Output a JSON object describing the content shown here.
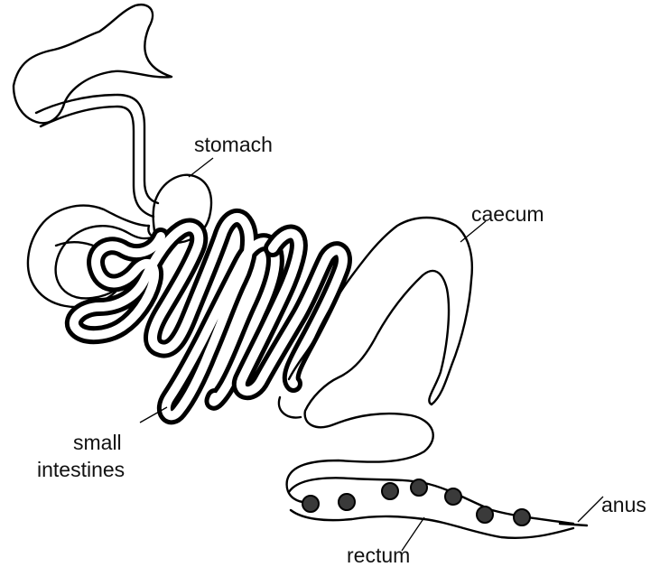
{
  "labels": {
    "stomach": "stomach",
    "caecum": "caecum",
    "small_intestines_line1": "small",
    "small_intestines_line2": "intestines",
    "anus": "anus",
    "rectum": "rectum"
  },
  "pellet_count": 7,
  "colors": {
    "line": "#000000",
    "pellet_fill": "#3a3a3a",
    "background": "#ffffff"
  }
}
